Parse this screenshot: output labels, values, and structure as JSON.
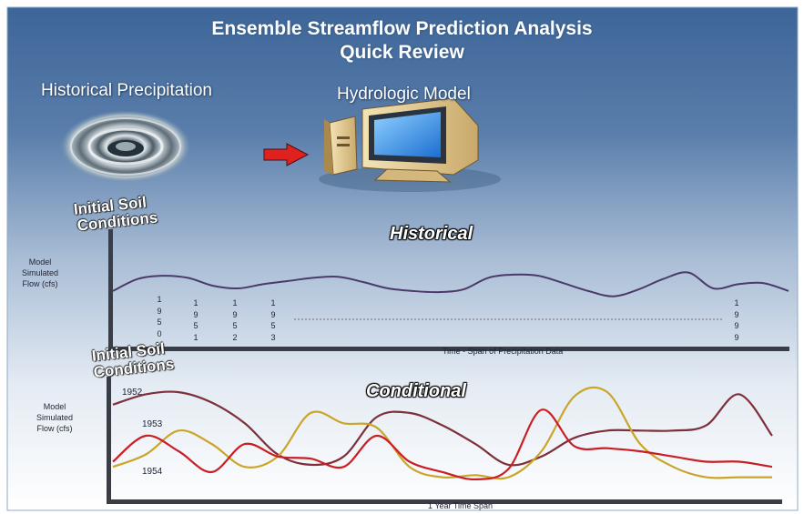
{
  "title": {
    "line1": "Ensemble Streamflow Prediction Analysis",
    "line2": "Quick Review"
  },
  "labels": {
    "historical_precipitation": "Historical Precipitation",
    "hydrologic_model": "Hydrologic Model",
    "initial_soil_1": "Initial Soil",
    "initial_soil_2": "Conditions",
    "historical": "Historical",
    "conditional": "Conditional",
    "ylabel_1": "Model",
    "ylabel_2": "Simulated",
    "ylabel_3": "Flow (cfs)",
    "x_historical": "Time -  Span of Precipitation Data",
    "x_conditional": "1 Year Time Span"
  },
  "year_ticks": [
    [
      "1",
      "9",
      "5",
      "0"
    ],
    [
      "1",
      "9",
      "5",
      "1"
    ],
    [
      "1",
      "9",
      "5",
      "2"
    ],
    [
      "1",
      "9",
      "5",
      "3"
    ],
    [
      "1",
      "9",
      "9",
      "9"
    ]
  ],
  "series_labels": [
    "1952",
    "1953",
    "1954"
  ],
  "icons": [
    "water-drop-ripple-image",
    "red-right-arrow-icon",
    "desktop-computer-icon"
  ],
  "colors": {
    "background_top": "#3f679a",
    "background_bottom": "#ffffff",
    "historical_line": "#4a3a6a",
    "series_1952": "#7d2f3a",
    "series_1953": "#c9a628",
    "series_1954": "#c81e24",
    "arrow": "#e0221e",
    "axes": "#3a3d46"
  },
  "chart_data": [
    {
      "type": "line",
      "title": "Historical",
      "xlabel": "Time -  Span of Precipitation Data",
      "ylabel": "Model Simulated Flow (cfs)",
      "x_ticks": [
        "1950",
        "1951",
        "1952",
        "1953",
        "1999"
      ],
      "series": [
        {
          "values": [
            0.45,
            0.68,
            0.74,
            0.7,
            0.55,
            0.5,
            0.58,
            0.64,
            0.7,
            0.72,
            0.62,
            0.5,
            0.45,
            0.43,
            0.48,
            0.7,
            0.76,
            0.74,
            0.6,
            0.45,
            0.35,
            0.48,
            0.68,
            0.8,
            0.5,
            0.58,
            0.6,
            0.45
          ]
        }
      ]
    },
    {
      "type": "line",
      "title": "Conditional",
      "xlabel": "1 Year Time Span",
      "ylabel": "Model Simulated Flow (cfs)",
      "series": [
        {
          "name": "1952",
          "values": [
            0.8,
            0.9,
            0.92,
            0.82,
            0.62,
            0.32,
            0.22,
            0.3,
            0.68,
            0.72,
            0.6,
            0.42,
            0.22,
            0.3,
            0.48,
            0.55,
            0.55,
            0.55,
            0.6,
            0.9,
            0.5
          ]
        },
        {
          "name": "1953",
          "values": [
            0.2,
            0.32,
            0.55,
            0.42,
            0.2,
            0.3,
            0.72,
            0.62,
            0.58,
            0.2,
            0.1,
            0.12,
            0.1,
            0.35,
            0.88,
            0.92,
            0.42,
            0.2,
            0.1,
            0.1,
            0.1
          ]
        },
        {
          "name": "1954",
          "values": [
            0.25,
            0.5,
            0.35,
            0.15,
            0.42,
            0.3,
            0.28,
            0.2,
            0.5,
            0.25,
            0.15,
            0.08,
            0.18,
            0.75,
            0.4,
            0.38,
            0.35,
            0.3,
            0.25,
            0.25,
            0.2
          ]
        }
      ]
    }
  ]
}
